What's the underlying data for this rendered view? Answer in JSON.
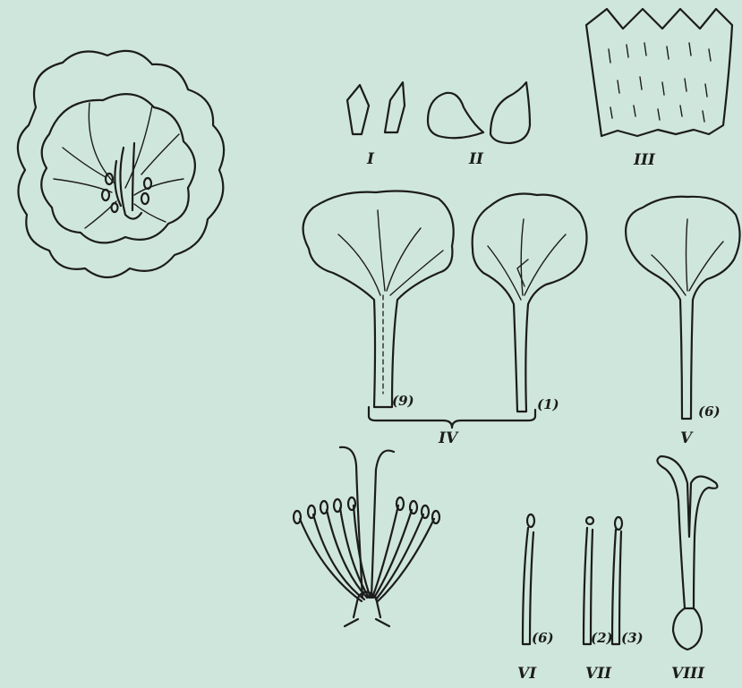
{
  "figure": {
    "labels": {
      "I": "I",
      "II": "II",
      "III": "III",
      "IV": "IV",
      "V": "V",
      "VI": "VI",
      "VII": "VII",
      "VIII": "VIII"
    },
    "counts": {
      "iv_left": "(9)",
      "iv_right": "(1)",
      "v": "(6)",
      "vi": "(6)",
      "vii_left": "(2)",
      "vii_right": "(3)"
    }
  }
}
